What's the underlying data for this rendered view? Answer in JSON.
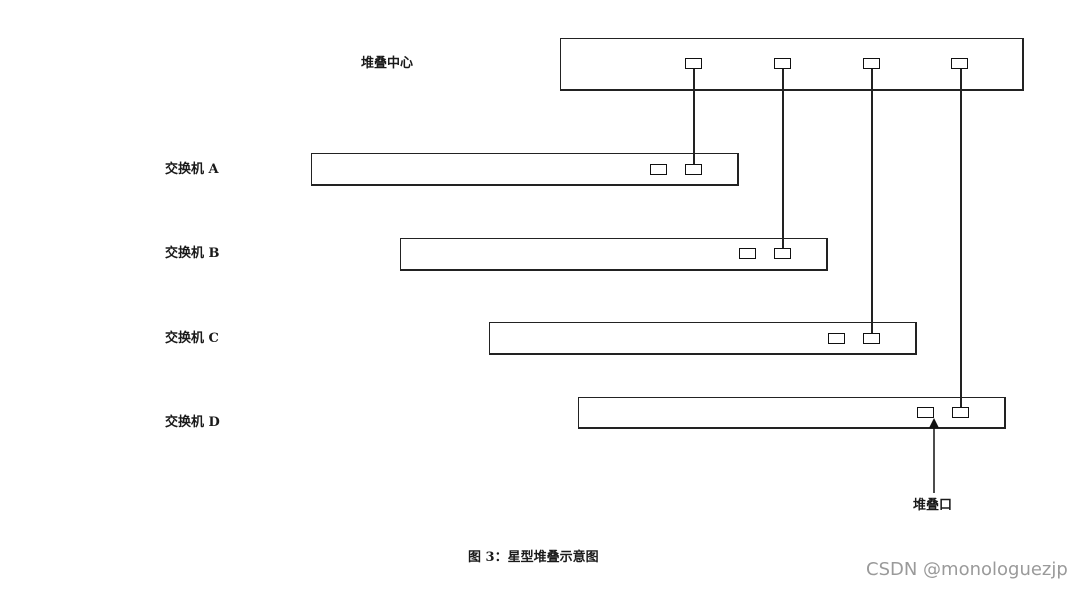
{
  "hub": {
    "label": "堆叠中心"
  },
  "switches": [
    {
      "label": "交换机 A"
    },
    {
      "label": "交换机 B"
    },
    {
      "label": "交换机 C"
    },
    {
      "label": "交换机 D"
    }
  ],
  "stack_port_label": "堆叠口",
  "caption": "图 3：星型堆叠示意图",
  "watermark": "CSDN @monologuezjp"
}
